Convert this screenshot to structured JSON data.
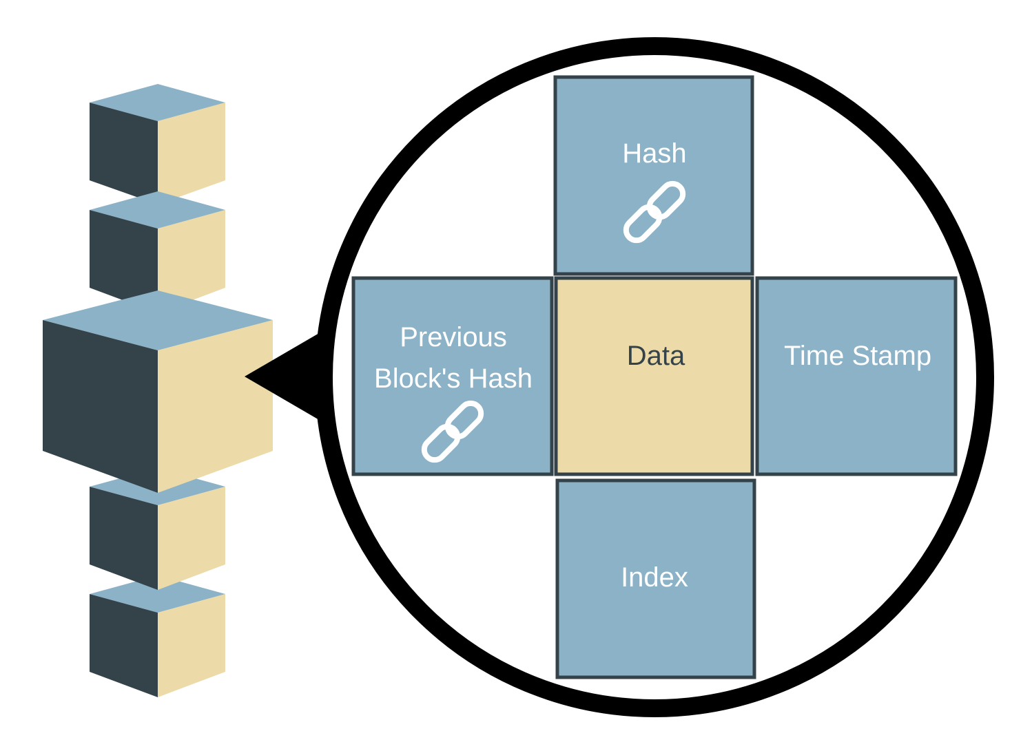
{
  "diagram": {
    "cells": {
      "hash": {
        "label": "Hash",
        "icon": "link-icon"
      },
      "previous_hash": {
        "label_line1": "Previous",
        "label_line2": "Block's Hash",
        "icon": "link-icon"
      },
      "data": {
        "label": "Data"
      },
      "time_stamp": {
        "label": "Time Stamp"
      },
      "index": {
        "label": "Index"
      }
    },
    "colors": {
      "cube_top": "#8cb2c7",
      "cube_left": "#344249",
      "cube_right": "#ecdaa8",
      "cell_blue": "#8cb2c7",
      "cell_tan": "#ecdaa8",
      "cell_border": "#344249",
      "circle": "#000000",
      "text_light": "#ffffff",
      "text_dark": "#344249"
    }
  }
}
